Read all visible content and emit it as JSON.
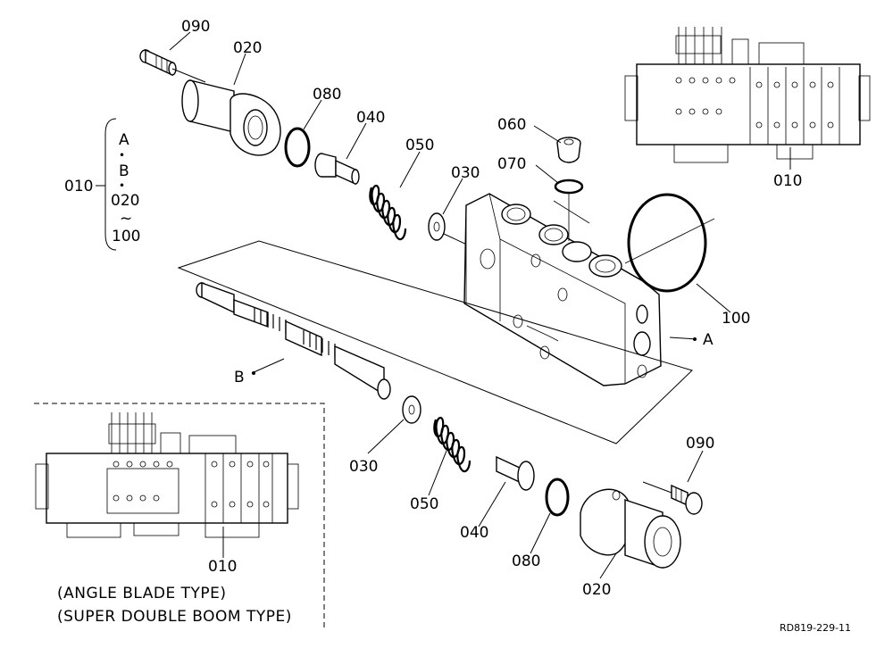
{
  "callouts": {
    "p090_top": "090",
    "p020_top": "020",
    "p080_top": "080",
    "p040_top": "040",
    "p050_top": "050",
    "p030_top": "030",
    "p060": "060",
    "p070": "070",
    "p100": "100",
    "pA": "A",
    "pB": "B",
    "p010_right": "010",
    "p010_left_box": "010",
    "p030_bot": "030",
    "p050_bot": "050",
    "p040_bot": "040",
    "p080_bot": "080",
    "p020_bot": "020",
    "p090_bot": "090"
  },
  "assembly_bracket": {
    "label": "010",
    "line1": "A",
    "dot1": "・",
    "line2": "B",
    "dot2": "・",
    "line3": "020",
    "line4": "~",
    "line5": "100"
  },
  "inset_box": {
    "caption1": "(ANGLE BLADE TYPE)",
    "caption2": "(SUPER DOUBLE BOOM TYPE)"
  },
  "drawing_ref": "RD819-229-11"
}
